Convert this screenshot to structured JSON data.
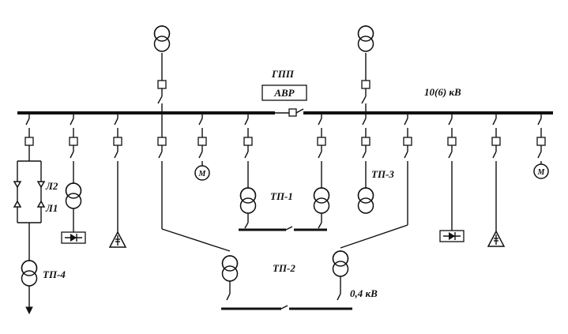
{
  "labels": {
    "gpp": "ГПП",
    "avr": "АВР",
    "voltage_hv": "10(6) кВ",
    "voltage_lv": "0,4 кВ",
    "tp1": "ТП-1",
    "tp2": "ТП-2",
    "tp3": "ТП-3",
    "tp4": "ТП-4",
    "l1": "Л1",
    "l2": "Л2",
    "motor_left": "М",
    "motor_right": "М"
  },
  "colors": {
    "line": "#111111",
    "background": "#ffffff"
  }
}
